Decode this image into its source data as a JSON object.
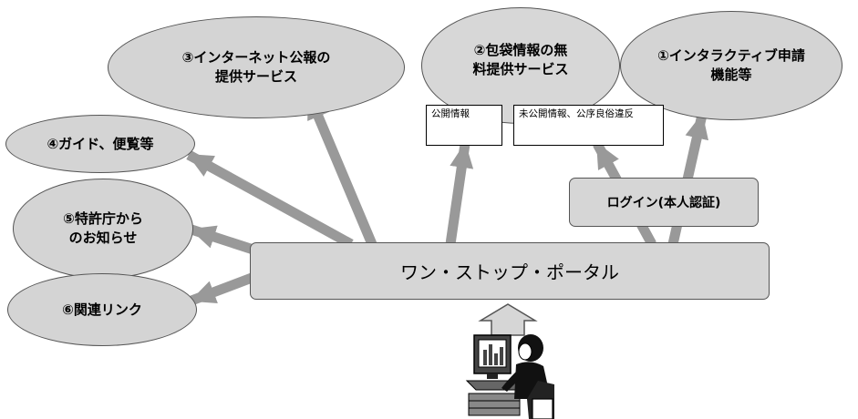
{
  "nodes": {
    "service1": "①インタラクティブ申請\n機能等",
    "service2": "②包袋情報の無\n料提供サービス",
    "service3": "③インターネット公報の\n提供サービス",
    "service4": "④ガイド、便覧等",
    "service5": "⑤特許庁から\nのお知らせ",
    "service6": "⑥関連リンク",
    "public_info": "公開情報",
    "unpublished_info": "未公開情報、公序良俗違反",
    "login": "ログイン(本人認証)",
    "portal": "ワン・ストップ・ポータル"
  },
  "colors": {
    "ellipse_fill": "#d4d4d4",
    "box_fill": "#d6d6d6",
    "arrow": "#999999",
    "border": "#555555"
  },
  "icons": {
    "user": "person-at-computer-icon"
  }
}
